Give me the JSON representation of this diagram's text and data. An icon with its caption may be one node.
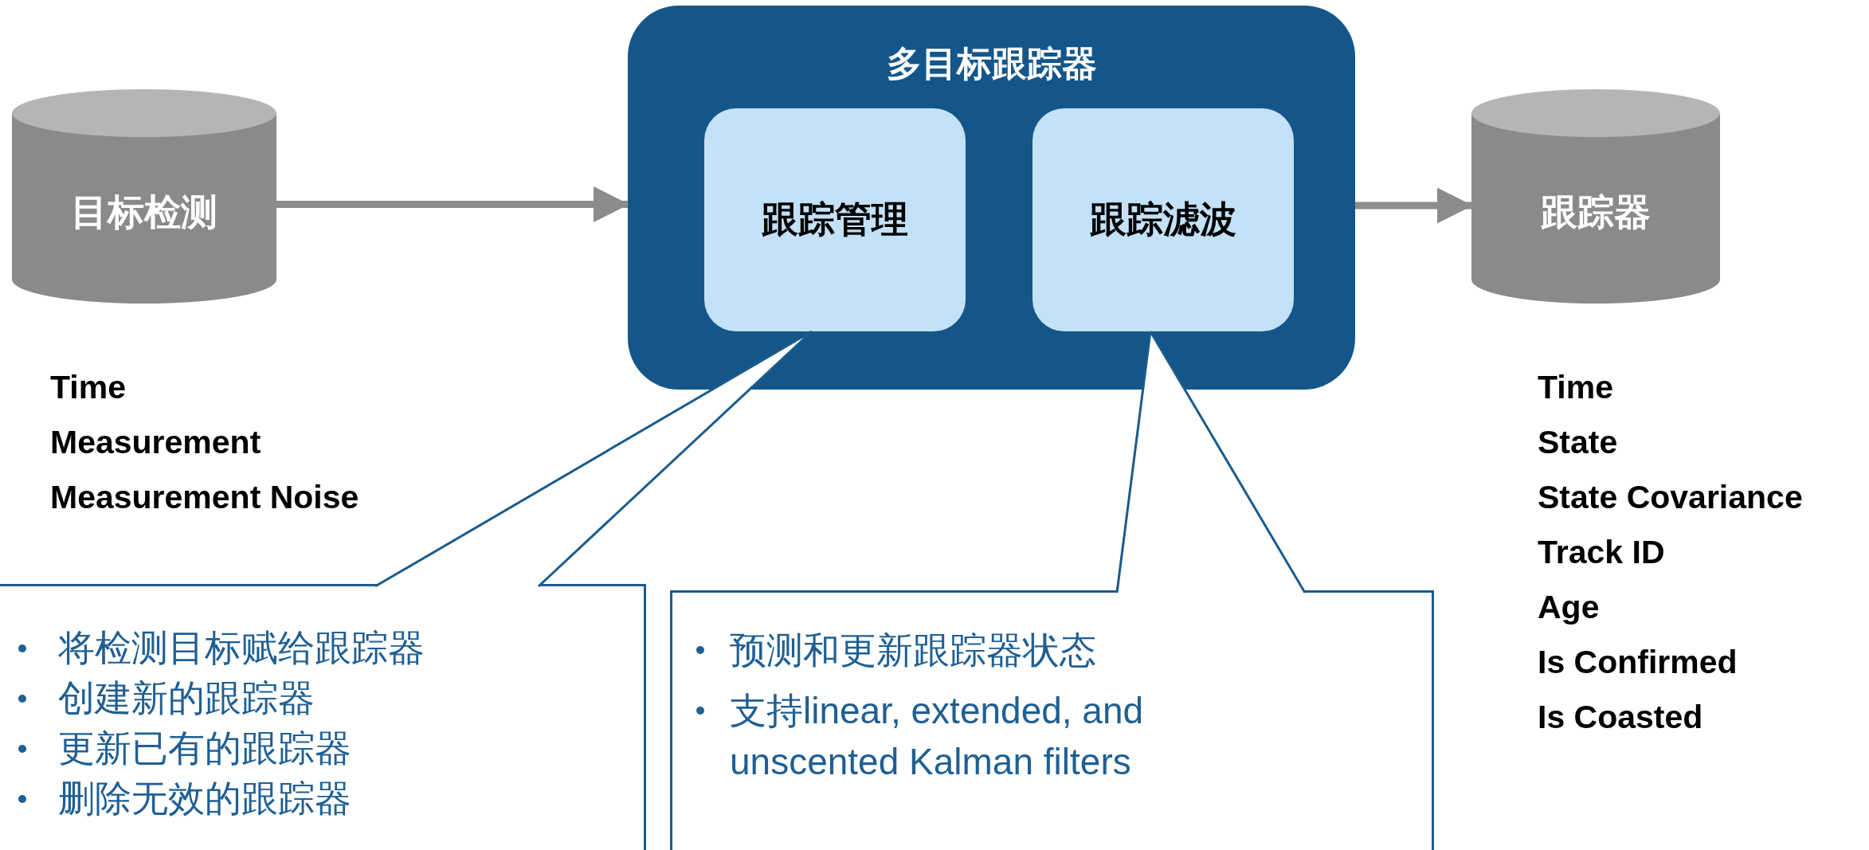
{
  "diagram": {
    "nodes": [
      {
        "text": [
          "目标检测"
        ],
        "beside": [
          "Time",
          "Measurement",
          "Measurement Noise"
        ]
      },
      {
        "text": [
          "多目标跟踪器"
        ]
      },
      {
        "text": [
          "跟踪管理"
        ],
        "in": 1
      },
      {
        "text": [
          "跟踪滤波"
        ],
        "in": 1
      },
      {
        "text": [
          "跟踪器"
        ],
        "beside": [
          "Time",
          "State",
          "State Covariance",
          "Track ID",
          "Age",
          "Is Confirmed",
          "Is Coasted"
        ]
      },
      {
        "text": [
          "将检测目标赋给跟踪器",
          "创建新的跟踪器",
          "更新已有的跟踪器",
          "删除无效的跟踪器"
        ]
      },
      {
        "text": [
          "预测和更新跟踪器状态",
          "支持linear, extended, and unscented Kalman filters"
        ]
      }
    ],
    "edges": [
      {
        "from": 0,
        "to": 1,
        "arrow": "to",
        "style": "thick",
        "color": "#8c8c8c"
      },
      {
        "from": 1,
        "to": 4,
        "arrow": "to",
        "style": "thick",
        "color": "#8c8c8c"
      },
      {
        "from": 5,
        "to": 2,
        "arrow": "none",
        "color": "#1b5b8c"
      },
      {
        "from": 6,
        "to": 3,
        "arrow": "none",
        "color": "#1b5b8c"
      }
    ]
  }
}
